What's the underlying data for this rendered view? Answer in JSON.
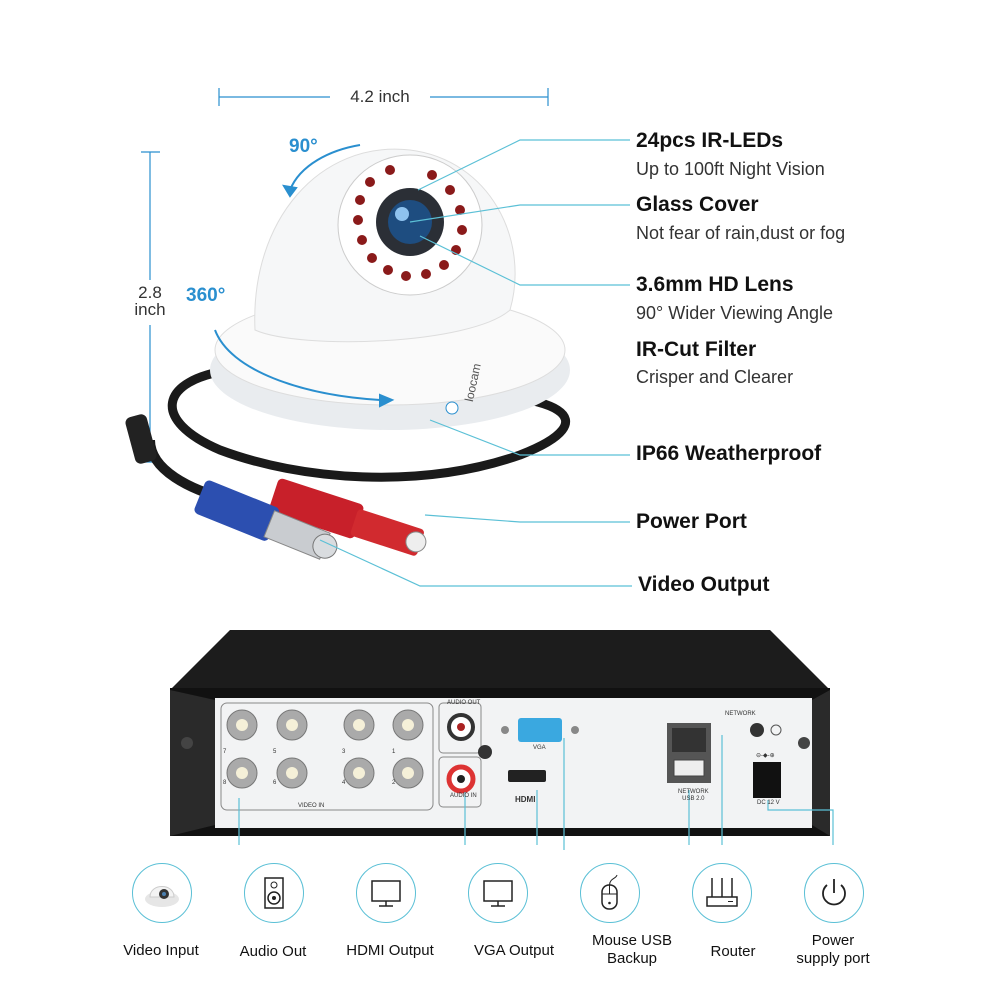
{
  "dimensions": {
    "width": "4.2 inch",
    "height_line1": "2.8",
    "height_line2": "inch"
  },
  "angles": {
    "tilt": "90°",
    "pan": "360°"
  },
  "brand": "loocam",
  "features": [
    {
      "title": "24pcs IR-LEDs",
      "subtitle": "Up to 100ft Night Vision"
    },
    {
      "title": "Glass Cover",
      "subtitle": "Not fear of rain,dust or fog"
    },
    {
      "title": "3.6mm HD Lens",
      "subtitle": "90° Wider Viewing Angle"
    },
    {
      "title": "IR-Cut Filter",
      "subtitle": "Crisper and Clearer"
    },
    {
      "title": "IP66 Weatherproof",
      "subtitle": ""
    },
    {
      "title": "Power Port",
      "subtitle": ""
    },
    {
      "title": "Video Output",
      "subtitle": ""
    }
  ],
  "dvr_panel": {
    "video_in": "VIDEO IN",
    "channels": [
      "7",
      "5",
      "3",
      "1",
      "8",
      "6",
      "4",
      "2"
    ],
    "audio_out": "AUDIO OUT",
    "audio_in": "AUDIO IN",
    "vga": "VGA",
    "hdmi": "HDMI",
    "network": "NETWORK",
    "network_usb_1": "NETWORK",
    "network_usb_2": "USB 2.0",
    "power_polarity": "⊖-◆-⊕",
    "dc": "DC 12 V"
  },
  "ports": [
    {
      "icon": "camera-icon",
      "label_1": "Video Input",
      "label_2": ""
    },
    {
      "icon": "speaker-icon",
      "label_1": "Audio Out",
      "label_2": ""
    },
    {
      "icon": "monitor-icon",
      "label_1": "HDMI Output",
      "label_2": ""
    },
    {
      "icon": "monitor-icon",
      "label_1": "VGA Output",
      "label_2": ""
    },
    {
      "icon": "mouse-icon",
      "label_1": "Mouse USB",
      "label_2": "Backup"
    },
    {
      "icon": "router-icon",
      "label_1": "Router",
      "label_2": ""
    },
    {
      "icon": "power-icon",
      "label_1": "Power",
      "label_2": "supply port"
    }
  ],
  "colors": {
    "accent": "#2a8fcf",
    "line": "#5bc0d6",
    "video_plug": "#2c4fb0",
    "power_plug": "#c8202a"
  }
}
